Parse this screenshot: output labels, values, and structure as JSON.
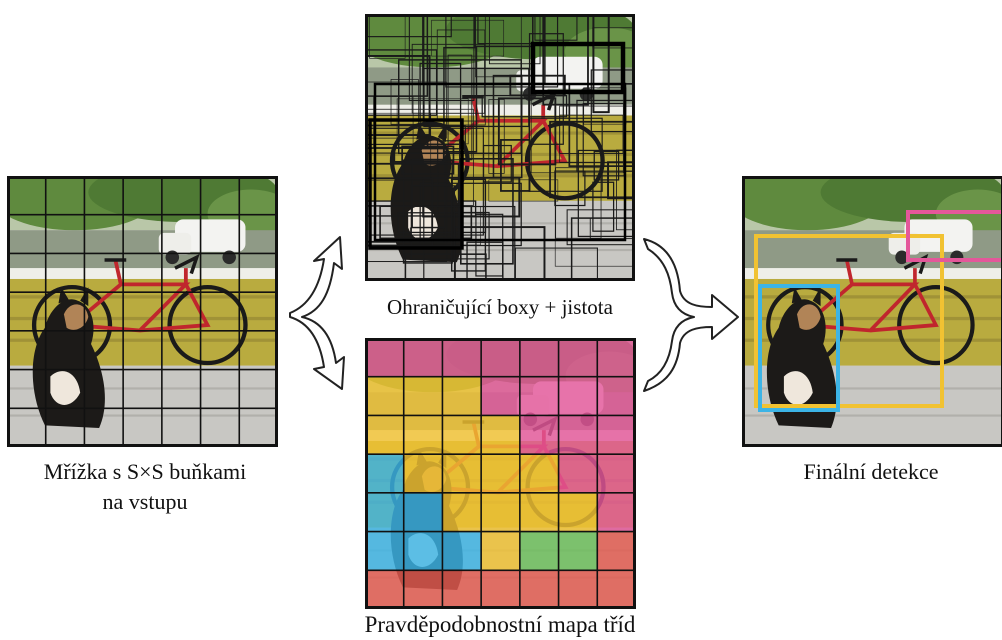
{
  "captions": {
    "input": [
      "Mřížka s S×S buňkami",
      "na vstupu"
    ],
    "boxes": "Ohraničující boxy + jistota",
    "classmap": "Pravděpodobnostní mapa tříd",
    "final": "Finální detekce"
  },
  "grid": {
    "cells": 7
  },
  "class_map": {
    "colors": {
      "pink": "#e4579a",
      "yellow": "#f1c232",
      "blue": "#3cb4e6",
      "green": "#6bbf5a",
      "red": "#e45a4f"
    },
    "cells": [
      [
        "pink",
        "pink",
        "pink",
        "pink",
        "pink",
        "pink",
        "pink"
      ],
      [
        "yellow",
        "yellow",
        "yellow",
        "pink",
        "pink",
        "pink",
        "pink"
      ],
      [
        "yellow",
        "yellow",
        "yellow",
        "yellow",
        "pink",
        "pink",
        "pink"
      ],
      [
        "blue",
        "yellow",
        "yellow",
        "yellow",
        "yellow",
        "pink",
        "pink"
      ],
      [
        "blue",
        "blue",
        "yellow",
        "yellow",
        "yellow",
        "yellow",
        "pink"
      ],
      [
        "blue",
        "blue",
        "blue",
        "yellow",
        "green",
        "green",
        "red"
      ],
      [
        "red",
        "red",
        "red",
        "red",
        "red",
        "red",
        "red"
      ]
    ]
  },
  "detections": {
    "dog_color": "#3cb4e6",
    "bicycle_color": "#f1c232",
    "car_color": "#e4579a"
  }
}
